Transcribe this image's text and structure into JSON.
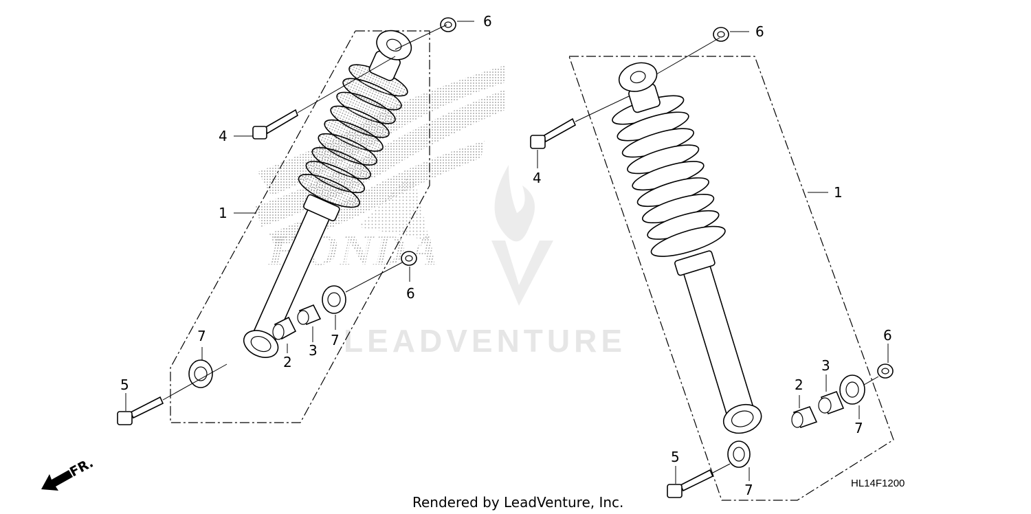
{
  "diagram_code": "HL14F1200",
  "footer_credit": "Rendered by LeadVenture, Inc.",
  "watermark": {
    "brand": "LEADVENTURE",
    "background_logo": "HONDA"
  },
  "direction_indicator": {
    "label": "FR.",
    "icon": "arrow-down-left-icon"
  },
  "left_assembly": {
    "callouts": [
      {
        "id": "shock",
        "label": "1"
      },
      {
        "id": "collar",
        "label": "2"
      },
      {
        "id": "bushing",
        "label": "3"
      },
      {
        "id": "upper-bolt",
        "label": "4"
      },
      {
        "id": "lower-bolt",
        "label": "5"
      },
      {
        "id": "upper-nut",
        "label": "6"
      },
      {
        "id": "lower-nut",
        "label": "6"
      },
      {
        "id": "dust-seal-left",
        "label": "7"
      },
      {
        "id": "dust-seal-right",
        "label": "7"
      }
    ]
  },
  "right_assembly": {
    "callouts": [
      {
        "id": "shock",
        "label": "1"
      },
      {
        "id": "collar",
        "label": "2"
      },
      {
        "id": "bushing",
        "label": "3"
      },
      {
        "id": "upper-bolt",
        "label": "4"
      },
      {
        "id": "lower-bolt",
        "label": "5"
      },
      {
        "id": "upper-nut",
        "label": "6"
      },
      {
        "id": "lower-nut",
        "label": "6"
      },
      {
        "id": "dust-seal-inner",
        "label": "7"
      },
      {
        "id": "dust-seal-outer",
        "label": "7"
      }
    ]
  },
  "colors": {
    "line": "#000000",
    "watermark": "#e6e6e6",
    "honda_dots": "#9a9a9a"
  }
}
